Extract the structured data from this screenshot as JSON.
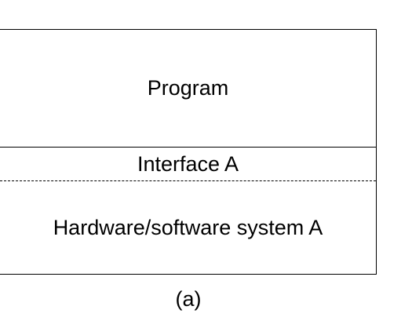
{
  "diagram": {
    "layers": {
      "program": "Program",
      "interface": "Interface A",
      "system": "Hardware/software system A"
    },
    "caption": "(a)"
  }
}
